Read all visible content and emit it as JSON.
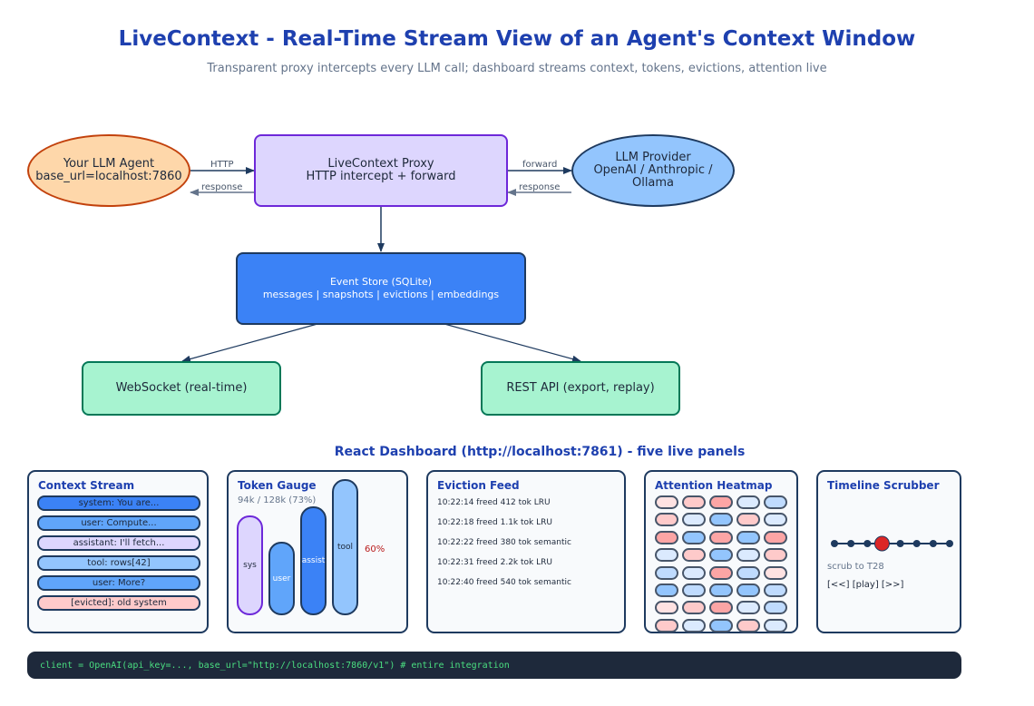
{
  "title": "LiveContext - Real-Time Stream View of an Agent's Context Window",
  "subtitle": "Transparent proxy intercepts every LLM call; dashboard streams context, tokens, evictions, attention live",
  "nodes": {
    "agent": {
      "line1": "Your LLM Agent",
      "line2": "base_url=localhost:7860"
    },
    "proxy": {
      "line1": "LiveContext Proxy",
      "line2": "HTTP intercept + forward"
    },
    "provider": {
      "line1": "LLM Provider",
      "line2": "OpenAI / Anthropic / Ollama"
    },
    "store": {
      "line1": "Event Store (SQLite)",
      "line2": "messages | snapshots | evictions | embeddings"
    },
    "websocket": {
      "line1": "WebSocket (real-time)"
    },
    "rest": {
      "line1": "REST API (export, replay)"
    }
  },
  "edge_labels": {
    "http": "HTTP",
    "response_left": "response",
    "forward": "forward",
    "response_right": "response"
  },
  "dashboard_title": "React Dashboard (http://localhost:7861) - five live panels",
  "panels": {
    "context_stream": {
      "title": "Context Stream",
      "messages": [
        {
          "text": "system: You are...",
          "color": "#3b82f6"
        },
        {
          "text": "user: Compute...",
          "color": "#60a5fa"
        },
        {
          "text": "assistant: I'll fetch...",
          "color": "#ddd6fe"
        },
        {
          "text": "tool: rows[42]",
          "color": "#93c5fd"
        },
        {
          "text": "user: More?",
          "color": "#60a5fa"
        },
        {
          "text": "[evicted]: old system",
          "color": "#fecaca"
        }
      ]
    },
    "token_gauge": {
      "title": "Token Gauge",
      "usage_text": "94k / 128k (73%)",
      "percent_label": "60%",
      "bars": [
        {
          "label": "sys",
          "level": 0.73,
          "color": "#ddd6fe",
          "border": "#6d28d9"
        },
        {
          "label": "user",
          "level": 0.54,
          "color": "#60a5fa",
          "border": "#1e3a5f"
        },
        {
          "label": "assist",
          "level": 0.8,
          "color": "#3b82f6",
          "border": "#1e3a5f"
        },
        {
          "label": "tool",
          "level": 1.0,
          "color": "#93c5fd",
          "border": "#1e3a5f"
        }
      ]
    },
    "eviction_feed": {
      "title": "Eviction Feed",
      "events": [
        "10:22:14 freed 412 tok LRU",
        "10:22:18 freed 1.1k tok LRU",
        "10:22:22 freed 380 tok semantic",
        "10:22:31 freed 2.2k tok LRU",
        "10:22:40 freed 540 tok semantic"
      ]
    },
    "attention_heatmap": {
      "title": "Attention Heatmap",
      "rows": [
        [
          "#fee2e2",
          "#fecaca",
          "#fca5a5",
          "#dbeafe",
          "#bfdbfe"
        ],
        [
          "#fecaca",
          "#dbeafe",
          "#93c5fd",
          "#fecaca",
          "#dbeafe"
        ],
        [
          "#fca5a5",
          "#93c5fd",
          "#fca5a5",
          "#93c5fd",
          "#fca5a5"
        ],
        [
          "#dbeafe",
          "#fecaca",
          "#93c5fd",
          "#dbeafe",
          "#fecaca"
        ],
        [
          "#bfdbfe",
          "#dbeafe",
          "#fca5a5",
          "#bfdbfe",
          "#fee2e2"
        ],
        [
          "#93c5fd",
          "#bfdbfe",
          "#93c5fd",
          "#93c5fd",
          "#bfdbfe"
        ],
        [
          "#fee2e2",
          "#fecaca",
          "#fca5a5",
          "#dbeafe",
          "#bfdbfe"
        ],
        [
          "#fecaca",
          "#dbeafe",
          "#93c5fd",
          "#fecaca",
          "#dbeafe"
        ]
      ]
    },
    "timeline": {
      "title": "Timeline Scrubber",
      "scrub_text": "scrub to T28",
      "controls_text": "[<<] [play] [>>]",
      "tick_count": 8,
      "current_index": 3
    }
  },
  "code": "client = OpenAI(api_key=..., base_url=\"http://localhost:7860/v1\") # entire integration",
  "colors": {
    "title": "#1e40af",
    "agent_fill": "#fed7aa",
    "agent_border": "#c2410c",
    "proxy_fill": "#ddd6fe",
    "proxy_border": "#6d28d9",
    "provider_fill": "#93c5fd",
    "provider_border": "#1e3a5f",
    "store_fill": "#3b82f6",
    "api_fill": "#a7f3d0",
    "api_border": "#047857",
    "arrow": "#1e3a5f"
  }
}
